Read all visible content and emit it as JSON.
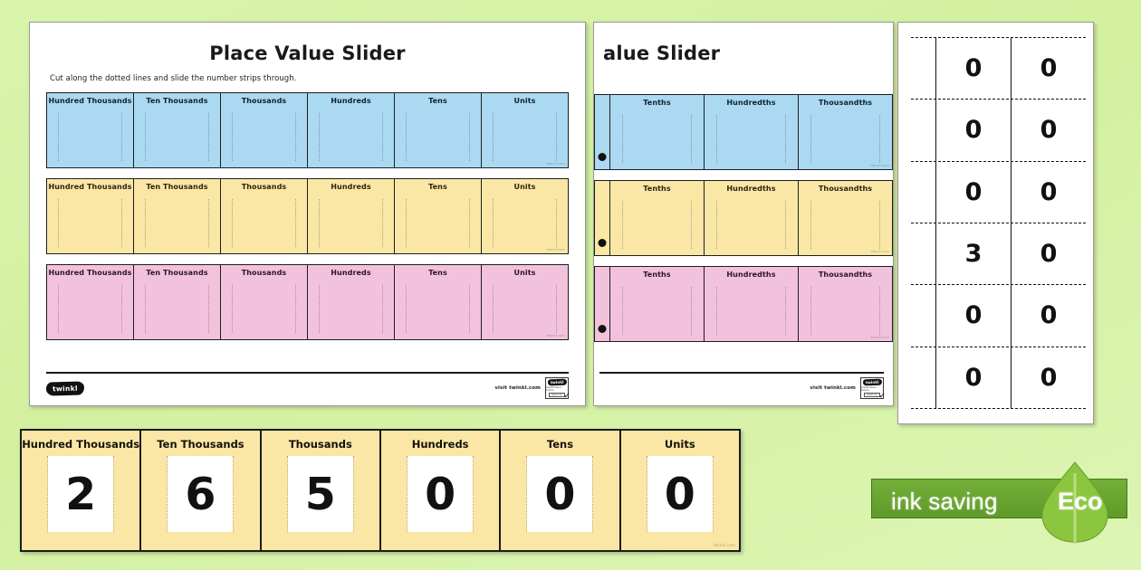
{
  "background": {
    "color": "#d3f0a0"
  },
  "colors": {
    "blue": "#abd9f2",
    "yellow": "#fae7a6",
    "pink": "#f2c2dd",
    "eco_green": "#5f9a2a",
    "ink": "#111111"
  },
  "page_one": {
    "title": "Place Value Slider",
    "subtitle": "Cut along the dotted lines and slide the number strips through.",
    "columns": [
      "Hundred Thousands",
      "Ten Thousands",
      "Thousands",
      "Hundreds",
      "Tens",
      "Units"
    ],
    "rows": [
      {
        "color_name": "blue"
      },
      {
        "color_name": "yellow"
      },
      {
        "color_name": "pink"
      }
    ],
    "cell_watermark": "twinkl.com",
    "footer": {
      "logo": "twinkl",
      "visit": "visit twinkl.com",
      "badge_logo": "twinkl",
      "badge_line1": "Create Share Inspire",
      "badge_line2": "twinkl.com"
    }
  },
  "page_two": {
    "title": "alue Slider",
    "columns": [
      "Tenths",
      "Hundredths",
      "Thousandths"
    ],
    "decimal_point_icon": "decimal-point-dot",
    "rows": [
      {
        "color_name": "blue"
      },
      {
        "color_name": "yellow"
      },
      {
        "color_name": "pink"
      }
    ],
    "cell_watermark": "twinkl.com",
    "footer": {
      "logo": "twinkl",
      "visit": "visit twinkl.com",
      "badge_logo": "twinkl",
      "badge_line1": "Create Share Inspire",
      "badge_line2": "twinkl.com"
    }
  },
  "page_three": {
    "strip_rows": [
      {
        "left": "0",
        "right": "0"
      },
      {
        "left": "0",
        "right": "0"
      },
      {
        "left": "0",
        "right": "0"
      },
      {
        "left": "3",
        "right": "0"
      },
      {
        "left": "0",
        "right": "0"
      },
      {
        "left": "0",
        "right": "0"
      }
    ]
  },
  "example_strip": {
    "cells": [
      {
        "label": "Hundred Thousands",
        "digit": "2"
      },
      {
        "label": "Ten Thousands",
        "digit": "6"
      },
      {
        "label": "Thousands",
        "digit": "5"
      },
      {
        "label": "Hundreds",
        "digit": "0"
      },
      {
        "label": "Tens",
        "digit": "0"
      },
      {
        "label": "Units",
        "digit": "0"
      }
    ],
    "watermark": "twinkl.com"
  },
  "eco_badge": {
    "text": "ink saving",
    "word": "Eco",
    "leaf_icon": "leaf-icon"
  }
}
